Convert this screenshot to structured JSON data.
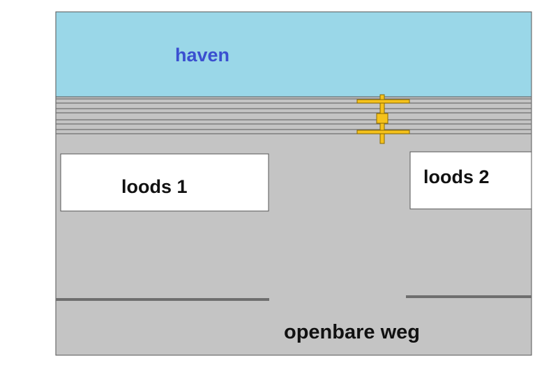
{
  "labels": {
    "harbor": "haven",
    "warehouse_1": "loods 1",
    "warehouse_2": "loods 2",
    "public_road": "openbare weg"
  },
  "colors": {
    "harbor_water": "#9ad7e8",
    "harbor_text": "#3a4fd0",
    "ground": "#c4c4c4",
    "rails": "#6f6f6f",
    "warehouse": "#ffffff",
    "crane": "#f5c21b",
    "fence": "#6e6e6e",
    "label_text": "#111111"
  },
  "icons": [
    "gantry-crane-icon"
  ]
}
